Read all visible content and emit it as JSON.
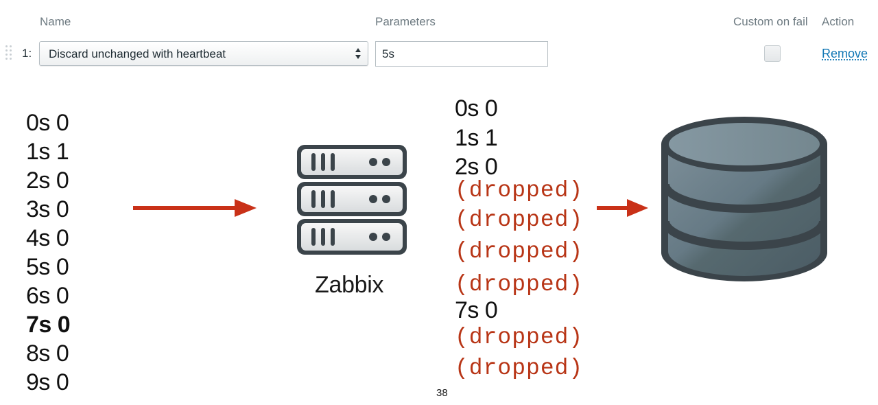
{
  "table": {
    "headers": {
      "name": "Name",
      "parameters": "Parameters",
      "custom_on_fail": "Custom on fail",
      "action": "Action"
    },
    "rows": [
      {
        "index": "1:",
        "step": "Discard unchanged with heartbeat",
        "parameter": "5s",
        "custom_on_fail": false,
        "action": "Remove"
      }
    ]
  },
  "diagram": {
    "input": [
      "0s 0",
      "1s 1",
      "2s 0",
      "3s 0",
      "4s 0",
      "5s 0",
      "6s 0",
      "7s 0",
      "8s 0",
      "9s 0"
    ],
    "highlighted_input": "7s 0",
    "server_label": "Zabbix",
    "output": [
      {
        "text": "0s 0",
        "kind": "value"
      },
      {
        "text": "1s 1",
        "kind": "value"
      },
      {
        "text": "2s 0",
        "kind": "value"
      },
      {
        "text": "(dropped)",
        "kind": "dropped"
      },
      {
        "text": "(dropped)",
        "kind": "dropped"
      },
      {
        "text": "(dropped)",
        "kind": "dropped"
      },
      {
        "text": "(dropped)",
        "kind": "dropped"
      },
      {
        "text": "7s 0",
        "kind": "value"
      },
      {
        "text": "(dropped)",
        "kind": "dropped"
      },
      {
        "text": "(dropped)",
        "kind": "dropped"
      }
    ],
    "icons": [
      "right-arrow-icon",
      "server-rack-icon",
      "database-icon"
    ],
    "colors": {
      "arrow": "#c93118",
      "dropped": "#b83516",
      "server": "#3b444a",
      "database": "#556873"
    }
  },
  "page_number": "38"
}
